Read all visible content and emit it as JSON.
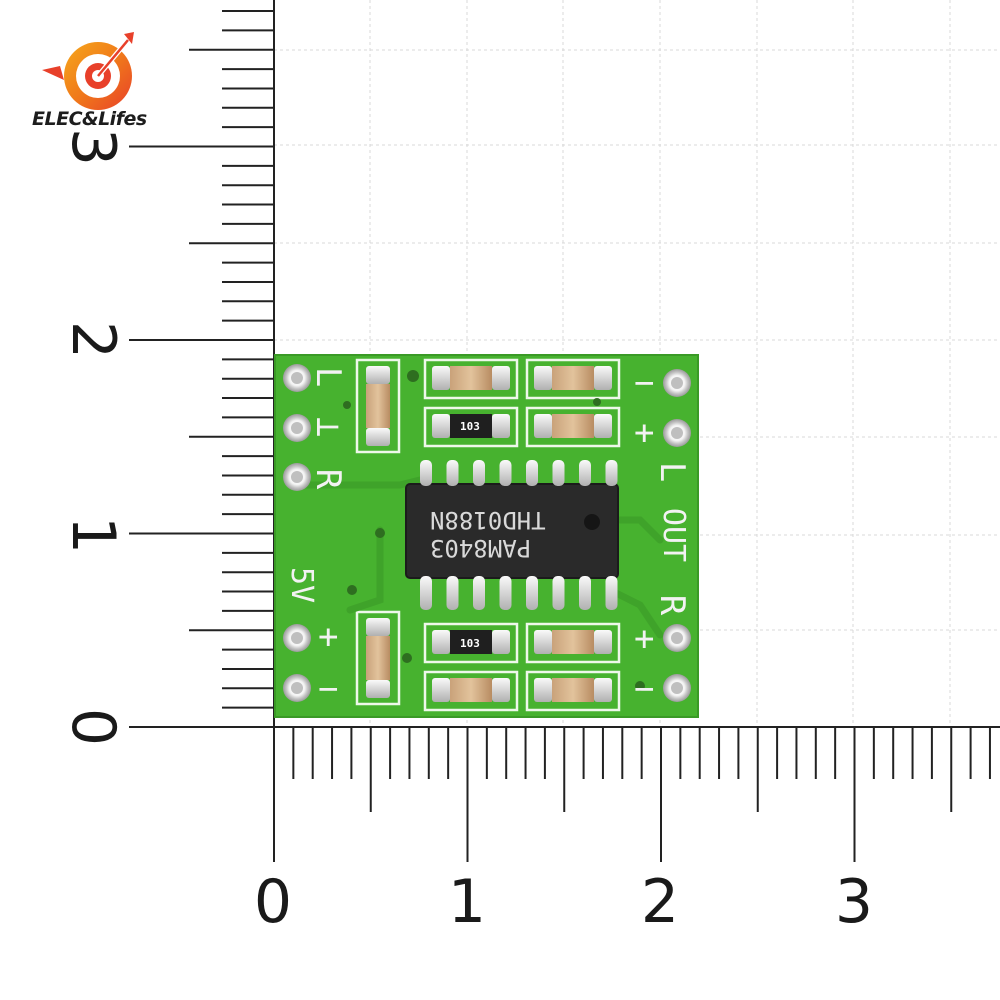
{
  "brand": {
    "logo_text": "ELEC&Lifes",
    "accent_colors": [
      "#e8402a",
      "#f07a1a",
      "#f6a81c"
    ]
  },
  "ruler": {
    "x_labels": [
      "0",
      "1",
      "2",
      "3"
    ],
    "y_labels": [
      "0",
      "1",
      "2",
      "3"
    ]
  },
  "board": {
    "color": "#47b22f",
    "chip_line1": "THD0188N",
    "chip_line2": "PAM8403",
    "resistor_top": "103",
    "resistor_bottom": "103",
    "silk_left_L": "L",
    "silk_left_ground": "⊥",
    "silk_left_R": "R",
    "silk_5v": "5V",
    "silk_plus": "+",
    "silk_minus": "−",
    "silk_right_L": "L",
    "silk_out": "OUT",
    "silk_right_R": "R"
  }
}
